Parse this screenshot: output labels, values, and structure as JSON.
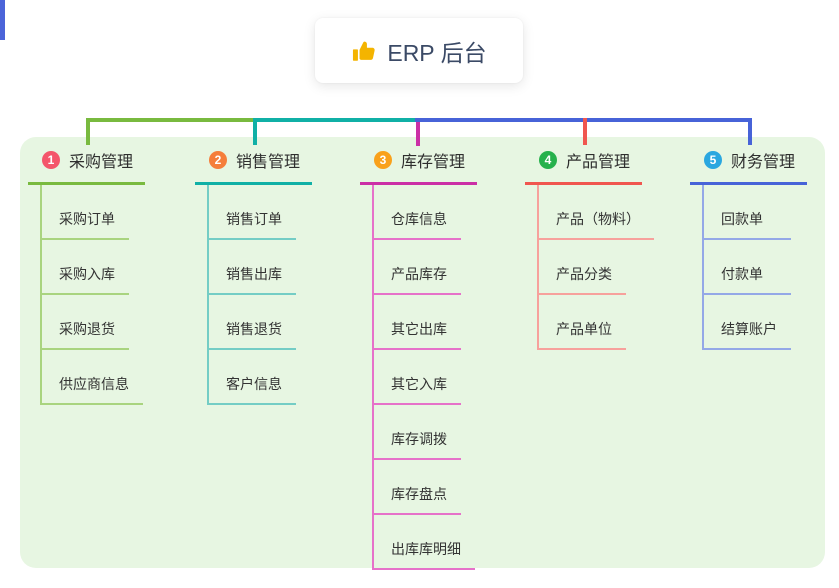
{
  "root": {
    "title": "ERP 后台",
    "icon": "thumbs-up"
  },
  "branches": [
    {
      "num": "1",
      "title": "采购管理",
      "line_color": "#79ba3f",
      "light_color": "#a9d47f",
      "badge_color": "#f4566b",
      "items": [
        "采购订单",
        "采购入库",
        "采购退货",
        "供应商信息"
      ]
    },
    {
      "num": "2",
      "title": "销售管理",
      "line_color": "#10b0a6",
      "light_color": "#74cdc5",
      "badge_color": "#f57e3a",
      "items": [
        "销售订单",
        "销售出库",
        "销售退货",
        "客户信息"
      ]
    },
    {
      "num": "3",
      "title": "库存管理",
      "line_color": "#cb2fa6",
      "light_color": "#e671c9",
      "badge_color": "#f9a11b",
      "items": [
        "仓库信息",
        "产品库存",
        "其它出库",
        "其它入库",
        "库存调拨",
        "库存盘点",
        "出库库明细"
      ]
    },
    {
      "num": "4",
      "title": "产品管理",
      "line_color": "#f0564f",
      "light_color": "#f7a19c",
      "badge_color": "#26b14c",
      "items": [
        "产品（物料）",
        "产品分类",
        "产品单位"
      ]
    },
    {
      "num": "5",
      "title": "财务管理",
      "line_color": "#4763d8",
      "light_color": "#94a8e7",
      "badge_color": "#2aa7e0",
      "items": [
        "回款单",
        "付款单",
        "结算账户"
      ]
    }
  ],
  "colors": {
    "root_connector": "#4b64d9",
    "panel_bg": "#e7f6e2",
    "canvas_bg": "#ffffff",
    "node_text": "#333333",
    "root_text": "#3b4a66"
  }
}
